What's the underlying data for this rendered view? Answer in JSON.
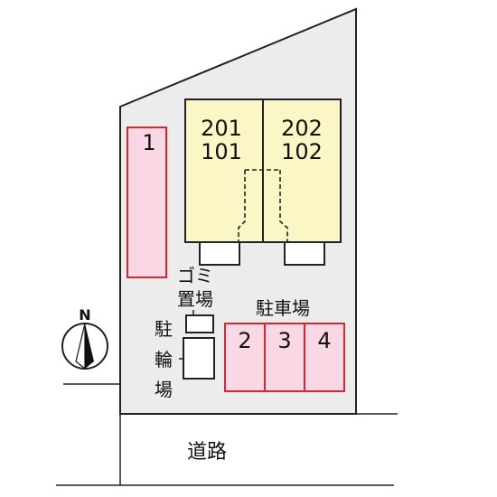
{
  "colors": {
    "lot": "#ececec",
    "building": "#fbf6c6",
    "parking_fill": "#fad7e4",
    "parking_stroke": "#d8262e",
    "line": "#222222"
  },
  "building": {
    "left_units": {
      "upper": "201",
      "lower": "101"
    },
    "right_units": {
      "upper": "202",
      "lower": "102"
    }
  },
  "parking_single": {
    "label": "1"
  },
  "parking_lot": {
    "title": "駐車場",
    "spaces": [
      "2",
      "3",
      "4"
    ]
  },
  "garbage": {
    "line1": "ゴミ",
    "line2": "置場"
  },
  "bicycle": {
    "chars": [
      "駐",
      "輪",
      "場"
    ]
  },
  "road": {
    "label": "道路"
  },
  "compass": {
    "label": "N"
  }
}
